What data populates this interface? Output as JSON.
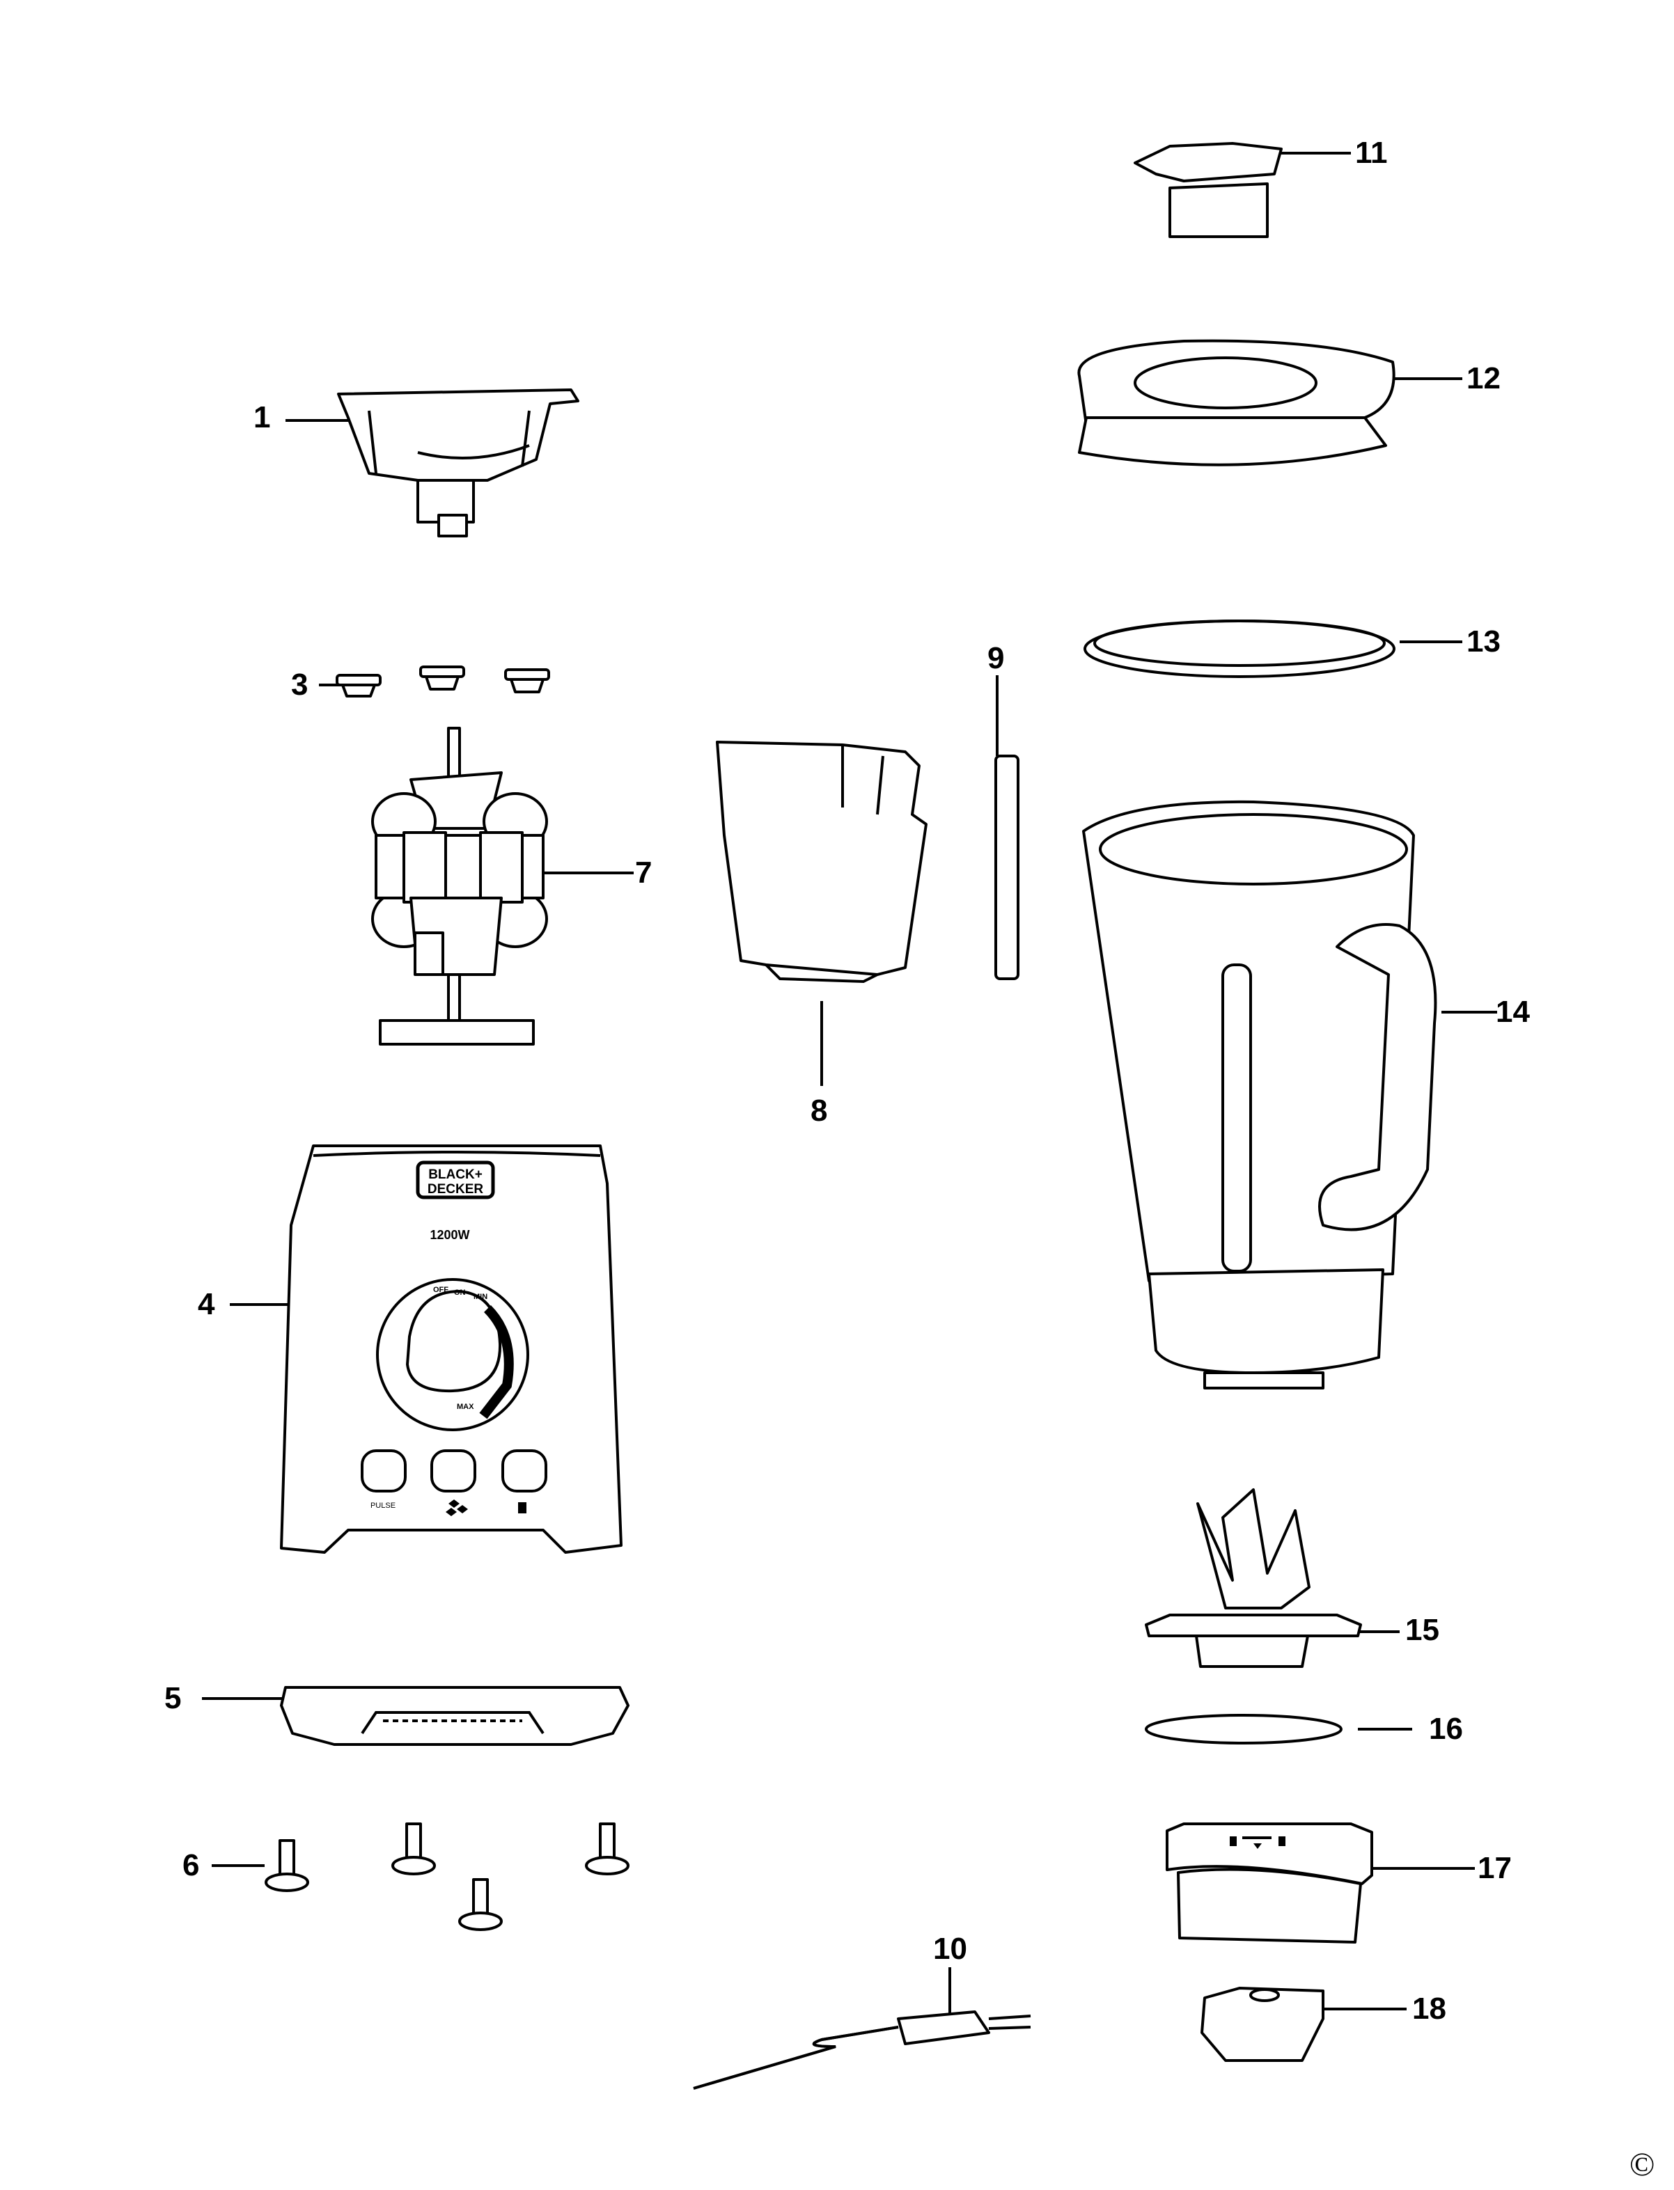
{
  "diagram": {
    "brand": "BLACK+DECKER",
    "power_label": "1200W",
    "dial_labels": [
      "OFF",
      "ON",
      "MIN",
      "MAX"
    ],
    "button_label": "PULSE",
    "copyright": "©",
    "callouts": [
      "1",
      "3",
      "4",
      "5",
      "6",
      "7",
      "8",
      "9",
      "10",
      "11",
      "12",
      "13",
      "14",
      "15",
      "16",
      "17",
      "18"
    ]
  }
}
